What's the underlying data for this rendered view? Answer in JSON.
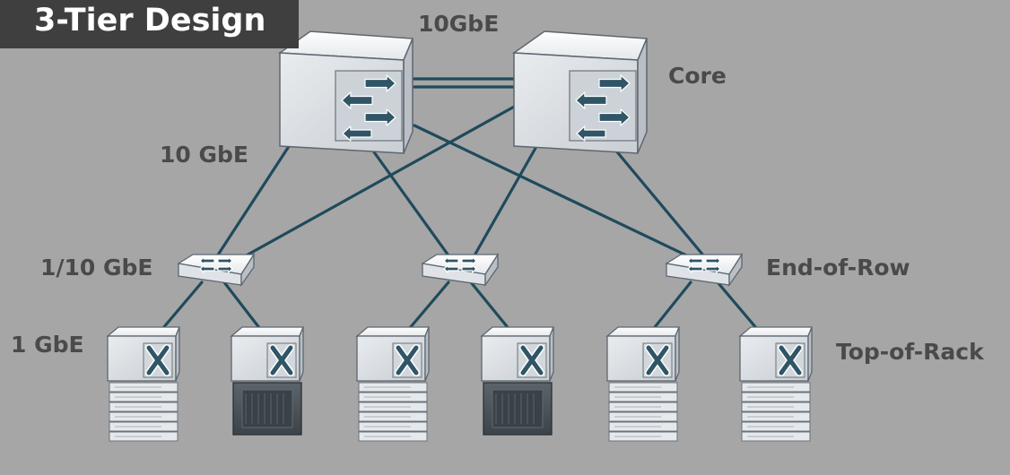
{
  "title": "3-Tier Design",
  "labels": {
    "core_link": "10GbE",
    "core": "Core",
    "core_to_agg_link": "10 GbE",
    "agg_link": "1/10 GbE",
    "end_of_row": "End-of-Row",
    "tor_link": "1 GbE",
    "top_of_rack": "Top-of-Rack"
  },
  "colors": {
    "background": "#a6a6a6",
    "link": "#1f4a5c",
    "title_bg": "#3f3f3f",
    "label_text": "#4a4a4a",
    "arrow_fill": "#2f5566",
    "dark_server": "#4b535a"
  },
  "icons": {
    "core_switch": "layer3-switch-icon",
    "aggregation_switch": "workgroup-switch-icon",
    "access_switch": "atm-switch-icon",
    "server_light": "server-stack-icon",
    "server_dark": "storage-array-icon"
  },
  "tiers": {
    "core": [
      "core-switch-1",
      "core-switch-2"
    ],
    "aggregation": [
      "agg-switch-1",
      "agg-switch-2",
      "agg-switch-3"
    ],
    "access": [
      {
        "uplink": "agg-switch-1",
        "rack": "light"
      },
      {
        "uplink": "agg-switch-1",
        "rack": "dark"
      },
      {
        "uplink": "agg-switch-2",
        "rack": "light"
      },
      {
        "uplink": "agg-switch-2",
        "rack": "dark"
      },
      {
        "uplink": "agg-switch-3",
        "rack": "light"
      },
      {
        "uplink": "agg-switch-3",
        "rack": "light"
      }
    ]
  }
}
